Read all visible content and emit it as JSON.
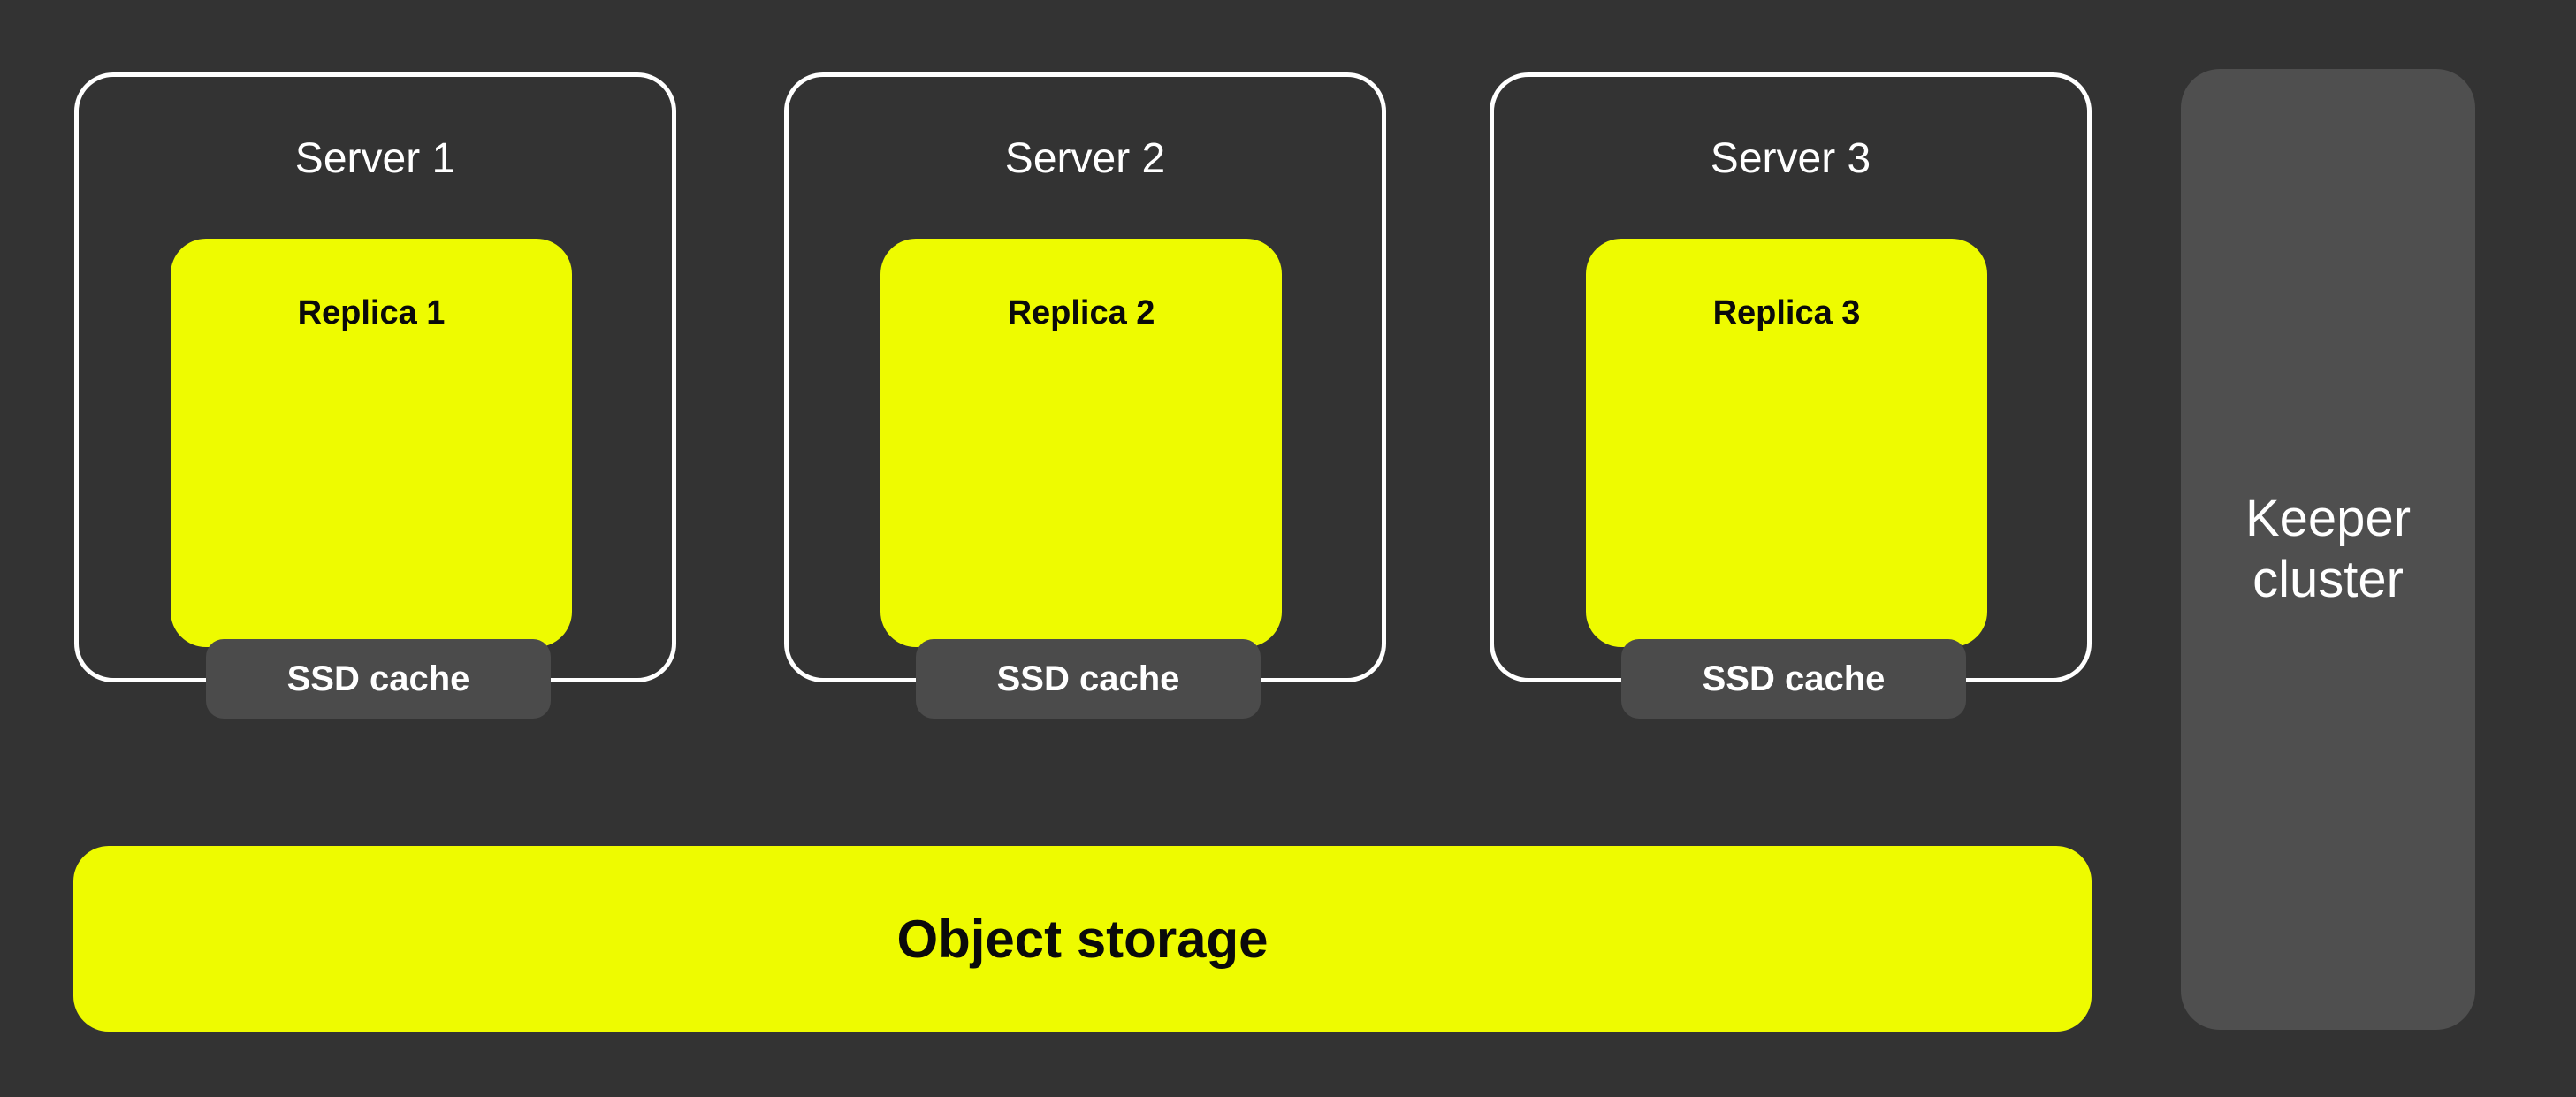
{
  "colors": {
    "background": "#333333",
    "accent_yellow": "#EEFB00",
    "panel_gray": "#4F4F4F",
    "badge_gray": "#4B4B4B",
    "border_white": "#FFFFFF",
    "text_light": "#FFFFFF",
    "text_dark": "#0A0A0A"
  },
  "servers": [
    {
      "title": "Server 1",
      "replica_label": "Replica 1",
      "cache_label": "SSD cache"
    },
    {
      "title": "Server 2",
      "replica_label": "Replica 2",
      "cache_label": "SSD cache"
    },
    {
      "title": "Server 3",
      "replica_label": "Replica 3",
      "cache_label": "SSD cache"
    }
  ],
  "object_storage": {
    "label": "Object storage"
  },
  "keeper_cluster": {
    "label": "Keeper cluster"
  }
}
